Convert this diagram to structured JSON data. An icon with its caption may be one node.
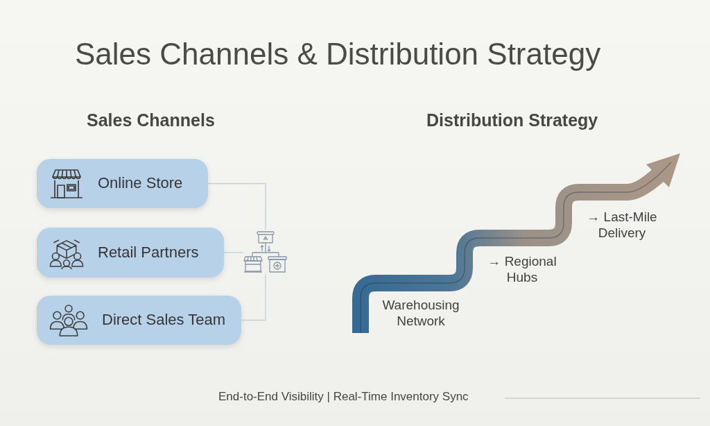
{
  "diagram": {
    "title": "Sales Channels & Distribution Strategy",
    "nodes": [
      {
        "text": [
          "Online Store"
        ]
      },
      {
        "text": [
          "Retail Partners"
        ]
      },
      {
        "text": [
          "Direct Sales Team"
        ]
      },
      {
        "text": [],
        "shape": "picture"
      }
    ],
    "edges": [
      {
        "from": 0,
        "to": 3,
        "arrow": "none"
      },
      {
        "from": 1,
        "to": 3,
        "arrow": "none"
      },
      {
        "from": 2,
        "to": 3,
        "arrow": "none"
      }
    ],
    "labels": [
      "Sales Channels",
      "Distribution Strategy",
      "Warehousing Network",
      "→ Regional Hubs",
      "→ Last-Mile Delivery",
      "End-to-End Visibility | Real-Time Inventory Sync"
    ]
  }
}
